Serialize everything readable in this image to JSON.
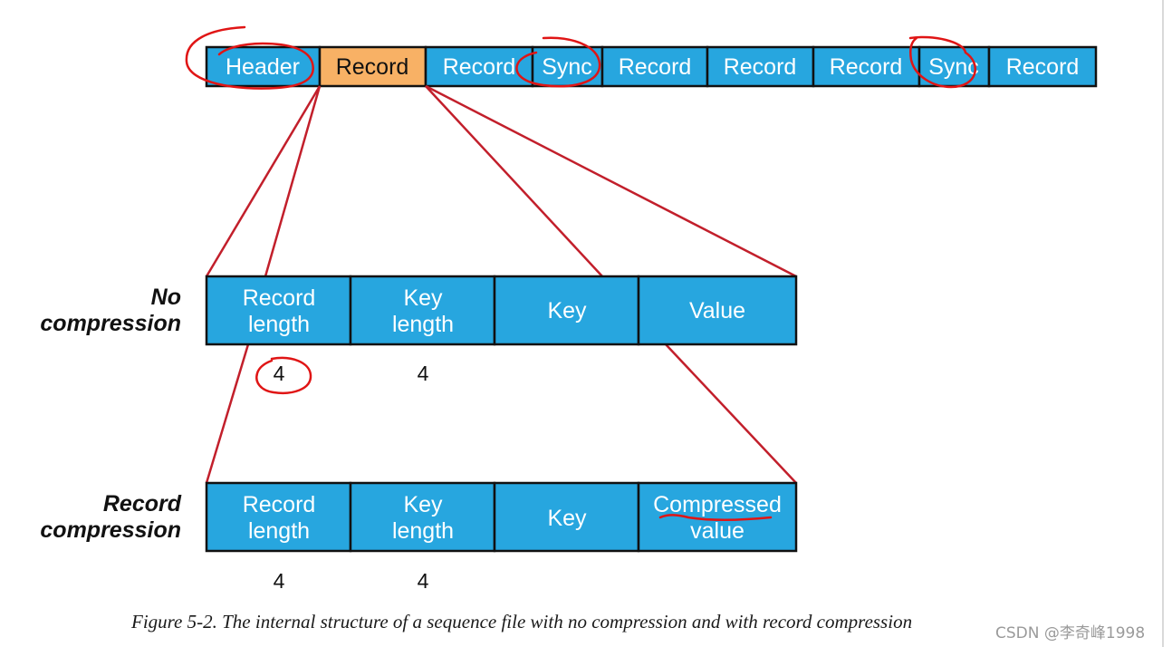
{
  "file_row": {
    "header": "Header",
    "record_highlighted": "Record",
    "record_2": "Record",
    "sync_1": "Sync",
    "record_3": "Record",
    "record_4": "Record",
    "record_5": "Record",
    "sync_2": "Sync",
    "record_6": "Record"
  },
  "no_compression": {
    "label_line1": "No",
    "label_line2": "compression",
    "record_length_line1": "Record",
    "record_length_line2": "length",
    "key_length_line1": "Key",
    "key_length_line2": "length",
    "key": "Key",
    "value": "Value",
    "record_length_bytes": "4",
    "key_length_bytes": "4"
  },
  "record_compression": {
    "label_line1": "Record",
    "label_line2": "compression",
    "record_length_line1": "Record",
    "record_length_line2": "length",
    "key_length_line1": "Key",
    "key_length_line2": "length",
    "key": "Key",
    "value_line1": "Compressed",
    "value_line2": "value",
    "record_length_bytes": "4",
    "key_length_bytes": "4"
  },
  "caption": "Figure 5-2. The internal structure of a sequence file with no compression and with record compression",
  "watermark": "CSDN @李奇峰1998",
  "colors": {
    "cell_blue": "#27a6df",
    "record_orange": "#f8b165",
    "border": "#111111",
    "connector_red": "#c21f2b",
    "annotation_red": "#e01515"
  }
}
